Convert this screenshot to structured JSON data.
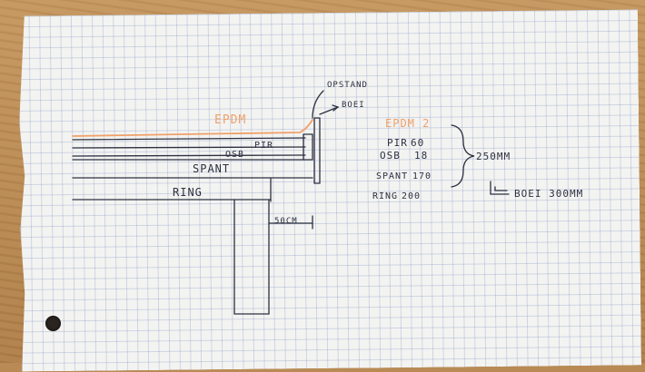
{
  "labels": {
    "epdm": "EPDM",
    "epdm2": "EPDM 2",
    "opstand": "OPSTAND",
    "boei": "BOEI",
    "pir": "PIR",
    "osb": "OSB",
    "spant": "SPANT",
    "ring": "RING",
    "dimension_50cm": "50CM"
  },
  "layers": [
    {
      "name": "PIR",
      "value": "60"
    },
    {
      "name": "OSB",
      "value": "18"
    },
    {
      "name": "SPANT",
      "value": "170"
    },
    {
      "name": "RING",
      "value": "200"
    }
  ],
  "total": "250MM",
  "boei_note": "BOEI 300MM",
  "colors": {
    "ink": "#2c3140",
    "orange": "#f0a068",
    "paper": "#f3f3f1"
  }
}
